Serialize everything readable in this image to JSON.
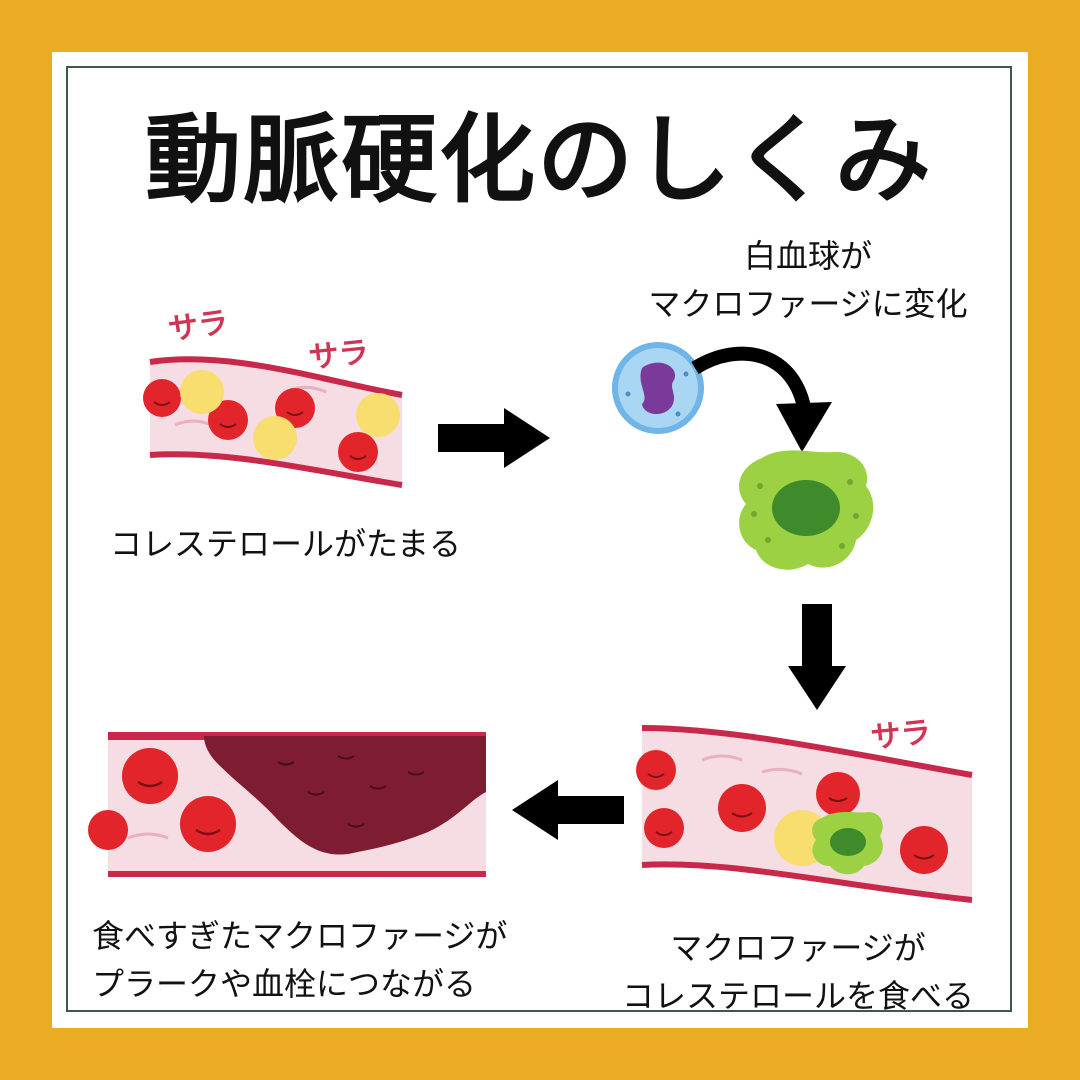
{
  "title": "動脈硬化のしくみ",
  "sara": "サラ",
  "steps": {
    "step1": "コレステロールがたまる",
    "step2": [
      "白血球が",
      "マクロファージに変化"
    ],
    "step3": [
      "マクロファージが",
      "コレステロールを食べる"
    ],
    "step4": [
      "食べすぎたマクロファージが",
      "プラークや血栓につながる"
    ]
  },
  "colors": {
    "frame": "#E9AC23",
    "vessel_wall": "#C8294A",
    "vessel_inner": "#F6DCE3",
    "red_cell": "#E2242B",
    "cholesterol": "#F7DE6E",
    "macrophage": "#9BD143",
    "white_cell": "#6FB5E8",
    "plaque": "#7E1C32",
    "arrow": "#000000"
  }
}
